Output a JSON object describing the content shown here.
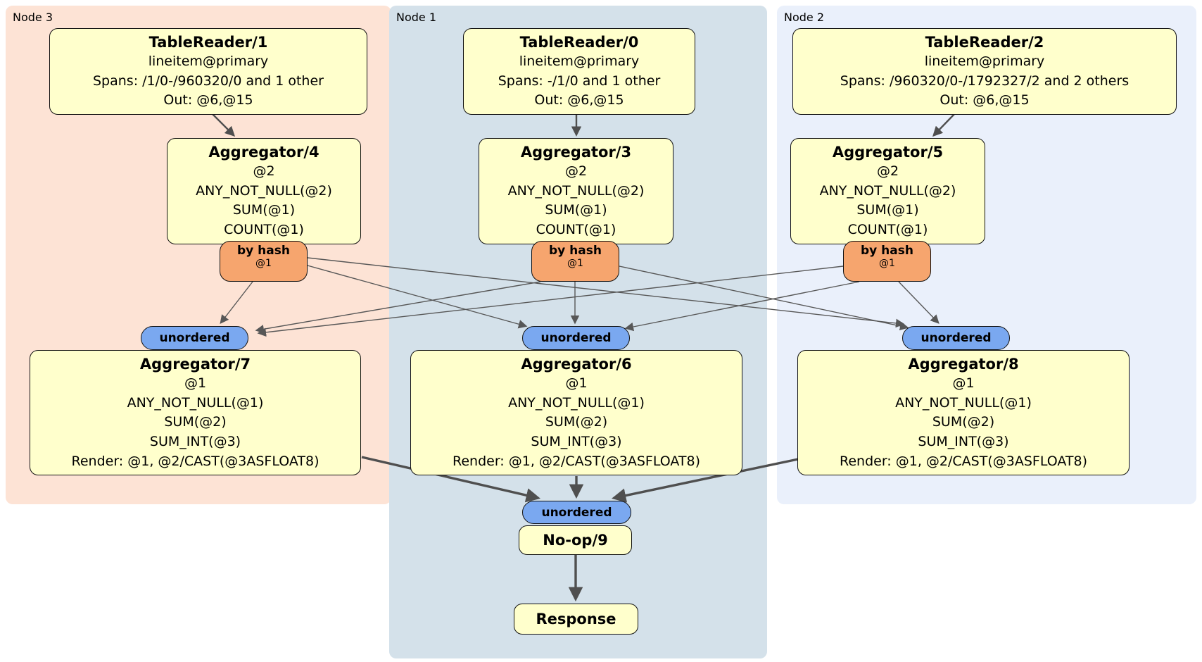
{
  "diagram_type": "distributed-sql-plan",
  "regions": [
    {
      "label": "Node 3",
      "bg": "#fde3d5"
    },
    {
      "label": "Node 1",
      "bg": "#d4e1ea"
    },
    {
      "label": "Node 2",
      "bg": "#eaf0fb"
    }
  ],
  "colors": {
    "processor_box": "#ffffcc",
    "router_box": "#f6a56e",
    "sync_box": "#7aa8f0",
    "edge_thin": "#575757",
    "edge_thick": "#4f4f4f"
  },
  "processors": {
    "tablereader1": {
      "title": "TableReader/1",
      "lines": [
        "lineitem@primary",
        "Spans: /1/0-/960320/0 and 1 other",
        "Out: @6,@15"
      ]
    },
    "tablereader0": {
      "title": "TableReader/0",
      "lines": [
        "lineitem@primary",
        "Spans: -/1/0 and 1 other",
        "Out: @6,@15"
      ]
    },
    "tablereader2": {
      "title": "TableReader/2",
      "lines": [
        "lineitem@primary",
        "Spans: /960320/0-/1792327/2 and 2 others",
        "Out: @6,@15"
      ]
    },
    "aggregator4": {
      "title": "Aggregator/4",
      "lines": [
        "@2",
        "ANY_NOT_NULL(@2)",
        "SUM(@1)",
        "COUNT(@1)"
      ]
    },
    "aggregator3": {
      "title": "Aggregator/3",
      "lines": [
        "@2",
        "ANY_NOT_NULL(@2)",
        "SUM(@1)",
        "COUNT(@1)"
      ]
    },
    "aggregator5": {
      "title": "Aggregator/5",
      "lines": [
        "@2",
        "ANY_NOT_NULL(@2)",
        "SUM(@1)",
        "COUNT(@1)"
      ]
    },
    "aggregator7": {
      "title": "Aggregator/7",
      "lines": [
        "@1",
        "ANY_NOT_NULL(@1)",
        "SUM(@2)",
        "SUM_INT(@3)",
        "Render: @1, @2/CAST(@3ASFLOAT8)"
      ]
    },
    "aggregator6": {
      "title": "Aggregator/6",
      "lines": [
        "@1",
        "ANY_NOT_NULL(@1)",
        "SUM(@2)",
        "SUM_INT(@3)",
        "Render: @1, @2/CAST(@3ASFLOAT8)"
      ]
    },
    "aggregator8": {
      "title": "Aggregator/8",
      "lines": [
        "@1",
        "ANY_NOT_NULL(@1)",
        "SUM(@2)",
        "SUM_INT(@3)",
        "Render: @1, @2/CAST(@3ASFLOAT8)"
      ]
    },
    "noop": {
      "title": "No-op/9"
    },
    "response": {
      "title": "Response"
    }
  },
  "routers": [
    {
      "label": "by hash",
      "detail": "@1"
    },
    {
      "label": "by hash",
      "detail": "@1"
    },
    {
      "label": "by hash",
      "detail": "@1"
    }
  ],
  "syncs": [
    {
      "label": "unordered"
    },
    {
      "label": "unordered"
    },
    {
      "label": "unordered"
    },
    {
      "label": "unordered"
    }
  ]
}
